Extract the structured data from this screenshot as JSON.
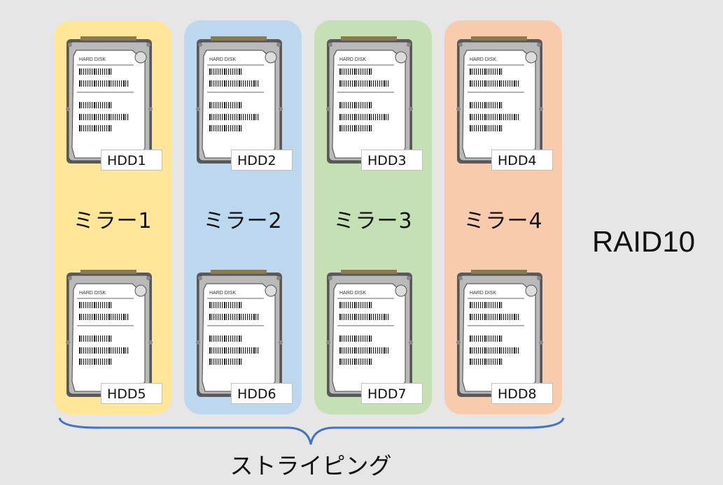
{
  "mirrors": [
    {
      "label": "ミラー1",
      "color": "#ffe699",
      "disks": [
        "HDD1",
        "HDD5"
      ]
    },
    {
      "label": "ミラー2",
      "color": "#bdd7ee",
      "disks": [
        "HDD2",
        "HDD6"
      ]
    },
    {
      "label": "ミラー3",
      "color": "#c5e0b4",
      "disks": [
        "HDD3",
        "HDD7"
      ]
    },
    {
      "label": "ミラー4",
      "color": "#f8cbad",
      "disks": [
        "HDD4",
        "HDD8"
      ]
    }
  ],
  "disk_caption": "HARD DISK",
  "raid_label": "RAID10",
  "striping_label": "ストライピング",
  "brace_color": "#4472c4"
}
